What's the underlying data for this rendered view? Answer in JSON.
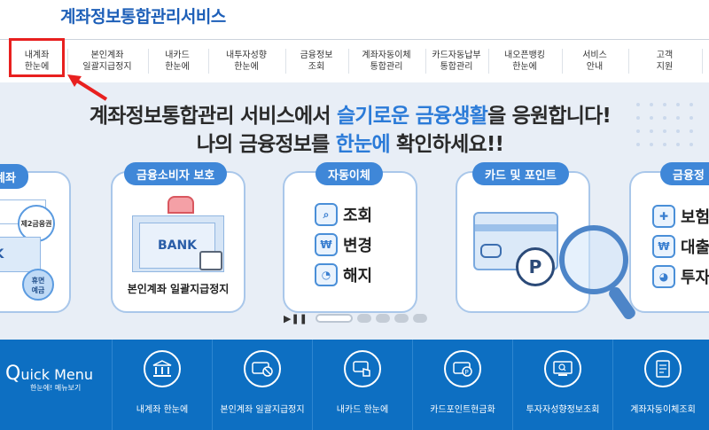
{
  "logo": "계좌정보통합관리서비스",
  "nav": [
    {
      "l1": "내계좌",
      "l2": "한눈에"
    },
    {
      "l1": "본인계좌",
      "l2": "일괄지급정지"
    },
    {
      "l1": "내카드",
      "l2": "한눈에"
    },
    {
      "l1": "내투자성향",
      "l2": "한눈에"
    },
    {
      "l1": "금융정보",
      "l2": "조회"
    },
    {
      "l1": "계좌자동이체",
      "l2": "통합관리"
    },
    {
      "l1": "카드자동납부",
      "l2": "통합관리"
    },
    {
      "l1": "내오픈뱅킹",
      "l2": "한눈에"
    },
    {
      "l1": "서비스",
      "l2": "안내"
    },
    {
      "l1": "고객",
      "l2": "지원"
    }
  ],
  "hero": {
    "line1_a": "계좌정보통합관리 서비스에서 ",
    "line1_b": "슬기로운 금융생활",
    "line1_c": "을 응원합니다!",
    "line2_a": "나의 금융정보를 ",
    "line2_b": "한눈에",
    "line2_c": " 확인하세요!!"
  },
  "cards": {
    "c0_tag": "계좌",
    "c0_badge1": "제2금융권",
    "c0_bank": "ANK",
    "c0_badge2a": "휴면",
    "c0_badge2b": "예금",
    "c1_tag": "금융소비자 보호",
    "c1_bank": "BANK",
    "c1_caption": "본인계좌 일괄지급정지",
    "c2_tag": "자동이체",
    "c2_items": [
      "조회",
      "변경",
      "해지"
    ],
    "c3_tag": "카드 및 포인트",
    "c3_p": "P",
    "c4_tag": "금융정",
    "c4_items": [
      "보험",
      "대출",
      "투자"
    ]
  },
  "quick": {
    "title_q": "Q",
    "title_rest": "uick Menu",
    "subtitle": "한눈에! 메뉴보기",
    "items": [
      "내계좌 한눈에",
      "본인계좌 일괄지급정지",
      "내카드 한눈에",
      "카드포인트현금화",
      "투자자성향정보조회",
      "계좌자동이체조회"
    ]
  },
  "colors": {
    "accent": "#2b7bd8",
    "quick_bg": "#0d6fc2",
    "highlight": "#e8201f"
  }
}
